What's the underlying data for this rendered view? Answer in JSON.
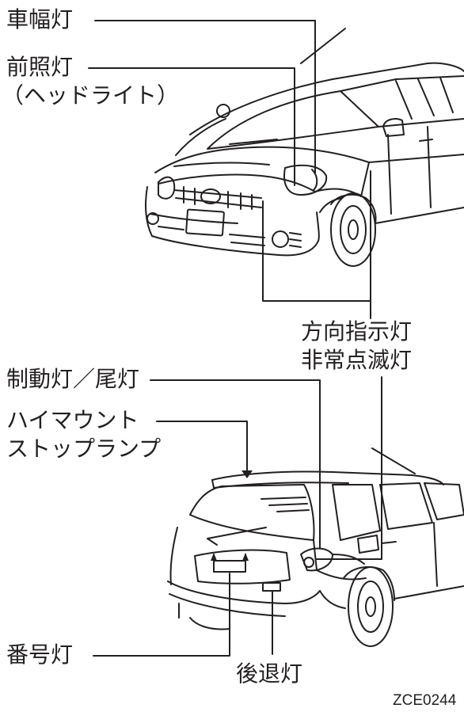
{
  "labels": {
    "side_marker_lamp": "車幅灯",
    "headlamp_line1": "前照灯",
    "headlamp_line2": "（ヘッドライト）",
    "turn_signal": "方向指示灯",
    "hazard": "非常点滅灯",
    "stop_tail": "制動灯／尾灯",
    "high_mount_line1": "ハイマウント",
    "high_mount_line2": "ストップランプ",
    "license_lamp": "番号灯",
    "reverse_lamp": "後退灯"
  },
  "figure_code": "ZCE0244",
  "colors": {
    "line": "#231f20",
    "background": "#ffffff"
  }
}
